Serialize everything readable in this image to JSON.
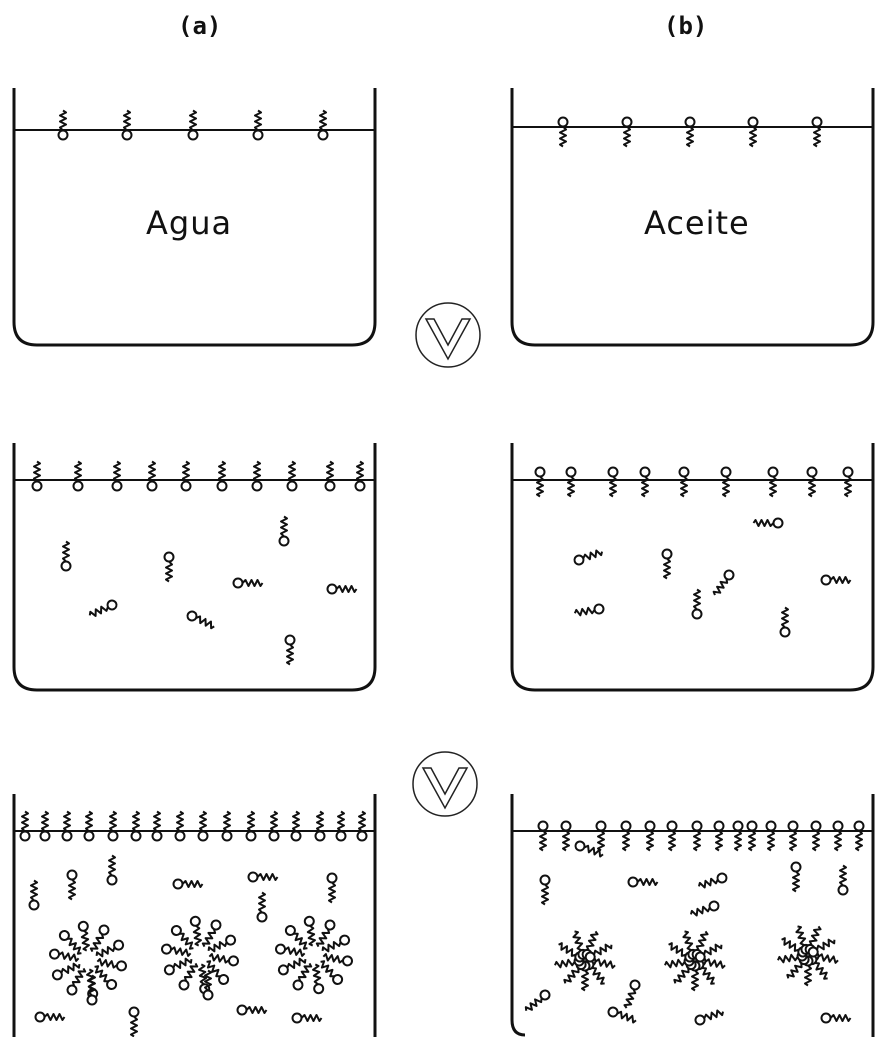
{
  "labels": {
    "col_a": "(a)",
    "col_b": "(b)",
    "liquid_a": "Agua",
    "liquid_b": "Aceite"
  },
  "colors": {
    "ink": "#111111",
    "background": "#ffffff"
  },
  "icons": [
    "arrow-down-icon",
    "arrow-down-icon"
  ]
}
